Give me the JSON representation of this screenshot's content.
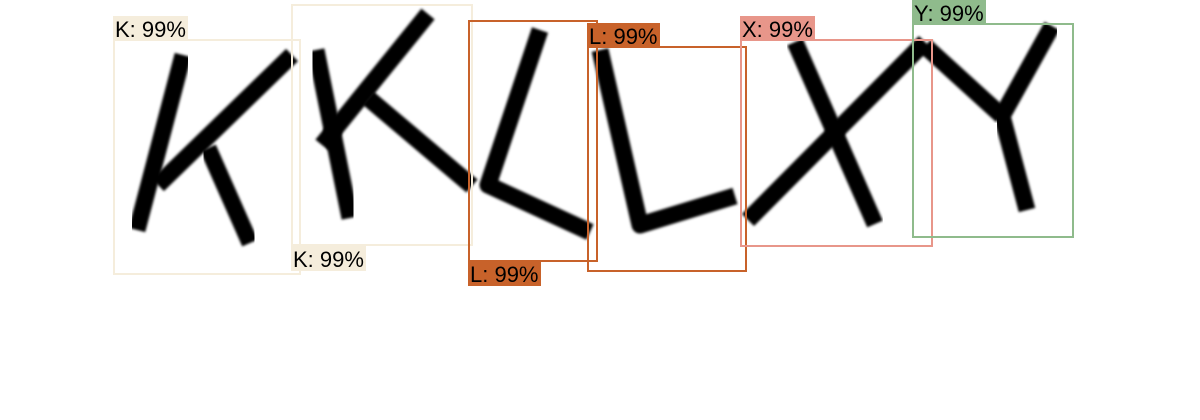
{
  "detections": [
    {
      "id": "k1",
      "label": "K: 99%",
      "color": "#f5eddc",
      "text_color": "#000000"
    },
    {
      "id": "k2",
      "label": "K: 99%",
      "color": "#f5eddc",
      "text_color": "#000000"
    },
    {
      "id": "l1",
      "label": "L: 99%",
      "color": "#c8622a",
      "text_color": "#000000"
    },
    {
      "id": "l2",
      "label": "L: 99%",
      "color": "#c8622a",
      "text_color": "#000000"
    },
    {
      "id": "x1",
      "label": "X: 99%",
      "color": "#e8968a",
      "text_color": "#000000"
    },
    {
      "id": "y1",
      "label": "Y: 99%",
      "color": "#8fbb8c",
      "text_color": "#000000"
    }
  ]
}
